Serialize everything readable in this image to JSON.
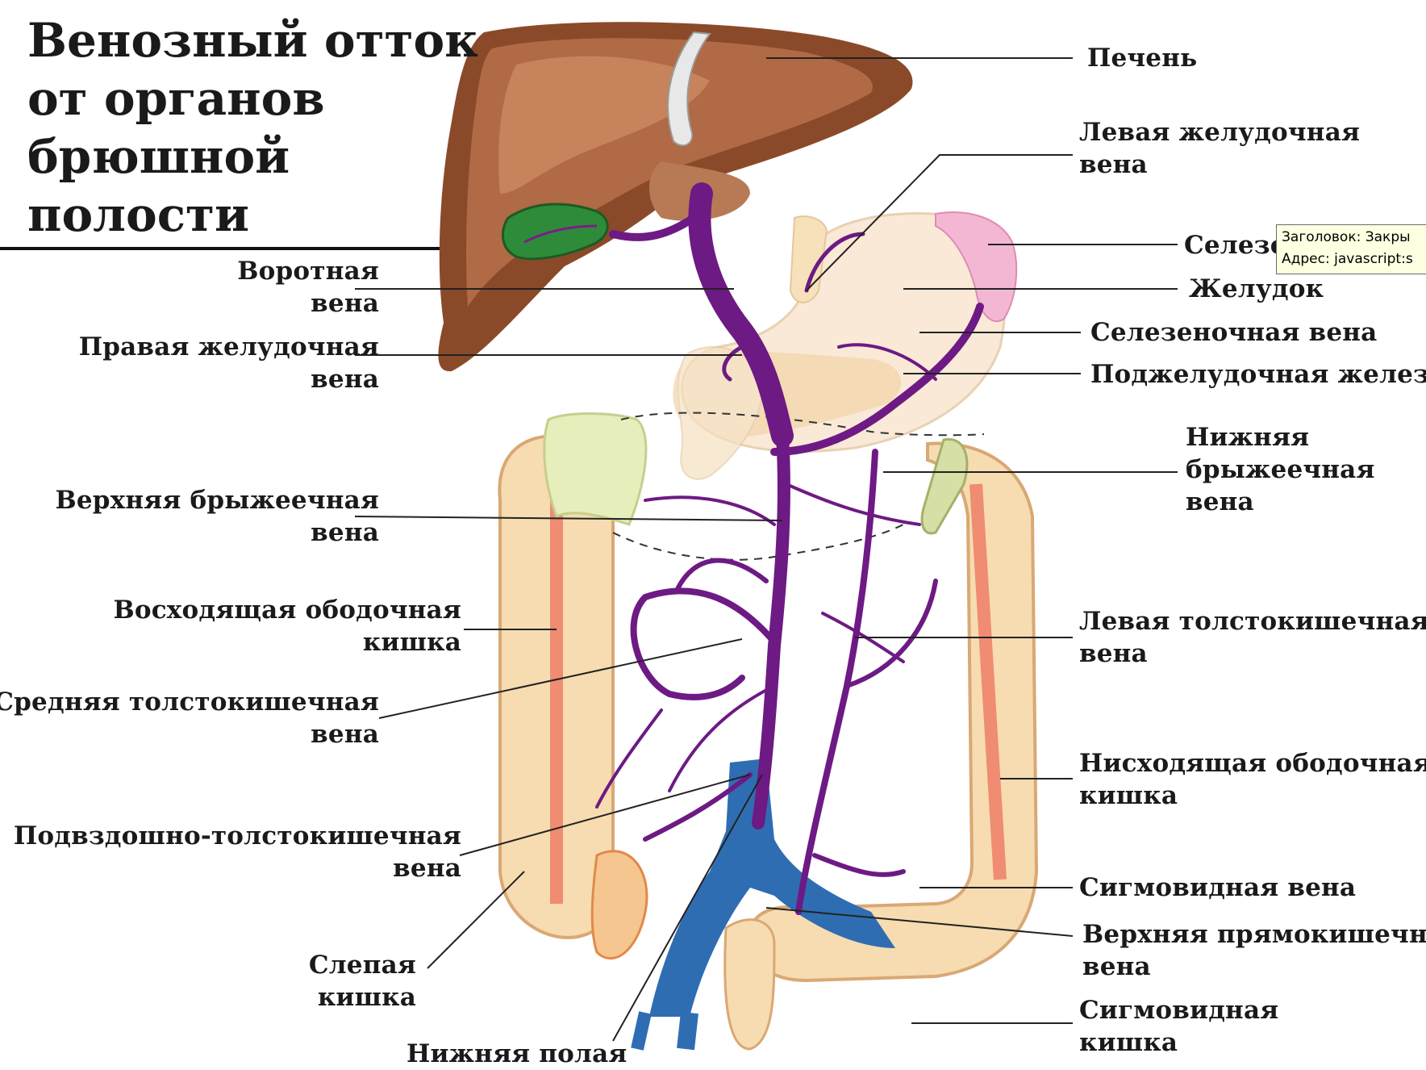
{
  "title": [
    "Венозный отток",
    "от органов",
    "брюшной",
    "полости"
  ],
  "labels": {
    "liver": [
      "Печень"
    ],
    "left_gastric_vein": [
      "Левая желудочная",
      "вена"
    ],
    "spleen": [
      "Селезе"
    ],
    "stomach": [
      "Желудок"
    ],
    "splenic_vein": [
      "Селезеночная вена"
    ],
    "pancreas": [
      "Поджелудочная железа"
    ],
    "inferior_mesenteric_vein": [
      "Нижняя",
      "брыжеечная",
      "вена"
    ],
    "portal_vein": [
      "Воротная",
      "вена"
    ],
    "right_gastric_vein": [
      "Правая желудочная",
      "вена"
    ],
    "superior_mesenteric_vein": [
      "Верхняя брыжеечная",
      "вена"
    ],
    "ascending_colon": [
      "Восходящая ободочная",
      "кишка"
    ],
    "middle_colic_vein": [
      "Средняя толстокишечная",
      "вена"
    ],
    "ileocolic_vein": [
      "Подвздошно-толстокишечная",
      "вена"
    ],
    "cecum": [
      "Слепая",
      "кишка"
    ],
    "inferior_vena_cava": [
      "Нижняя полая"
    ],
    "left_colic_vein": [
      "Левая толстокишечная",
      "вена"
    ],
    "descending_colon": [
      "Нисходящая ободочная",
      "кишка"
    ],
    "sigmoid_vein": [
      "Сигмовидная вена"
    ],
    "superior_rectal_vein": [
      "Верхняя прямокишечна",
      "вена"
    ],
    "sigmoid_colon": [
      "Сигмовидная",
      "кишка"
    ]
  },
  "tooltip": {
    "line1": "Заголовок: Закры",
    "line2": "Адрес: javascript:s"
  },
  "colors": {
    "vein_purple": "#6d1a84",
    "vena_cava_blue": "#2f6db3",
    "liver_brown": "#8a4a2a",
    "gallbladder_green": "#2e8b3a",
    "colon_tan": "#f6dcb0",
    "colon_red": "#ef8c72",
    "stomach_beige": "#f9e6cf",
    "spleen_pink": "#f3b7d3"
  }
}
